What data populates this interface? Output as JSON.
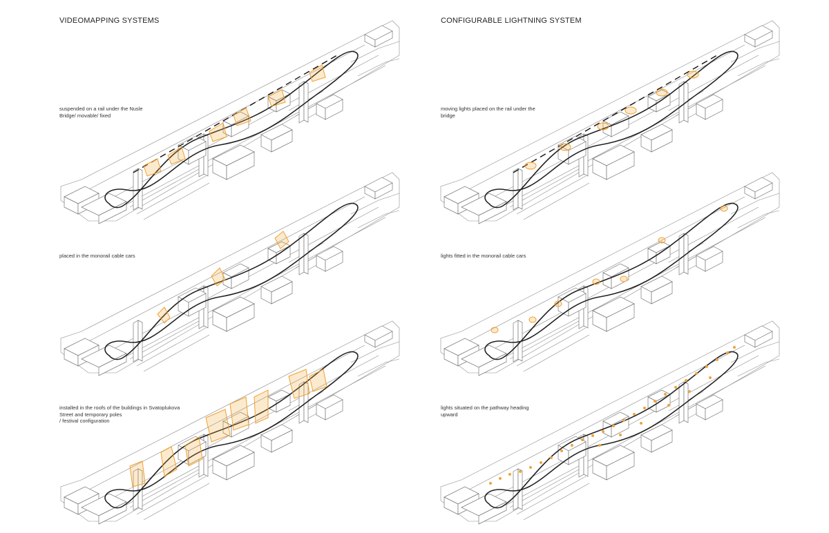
{
  "titles": {
    "left": "VIDEOMAPPING SYSTEMS",
    "right": "CONFIGURABLE LIGHTNING SYSTEM"
  },
  "captions": {
    "left": [
      "suspended on a rail under the Nusle\nBridge/ movable/ fixed",
      "placed in the monorail cable cars",
      "installed in the roofs of the buildings in Svatoplukova\nStreet and temporary poles\n/ festival configuration"
    ],
    "right": [
      "moving lights placed on the rail under the\nbridge",
      "lights fitted in the monorail cable cars",
      "lights situated on the pathway heading\nupward"
    ]
  },
  "colors": {
    "highlight": "#f0a030",
    "linework": "#8a8a8a",
    "track": "#222222"
  }
}
